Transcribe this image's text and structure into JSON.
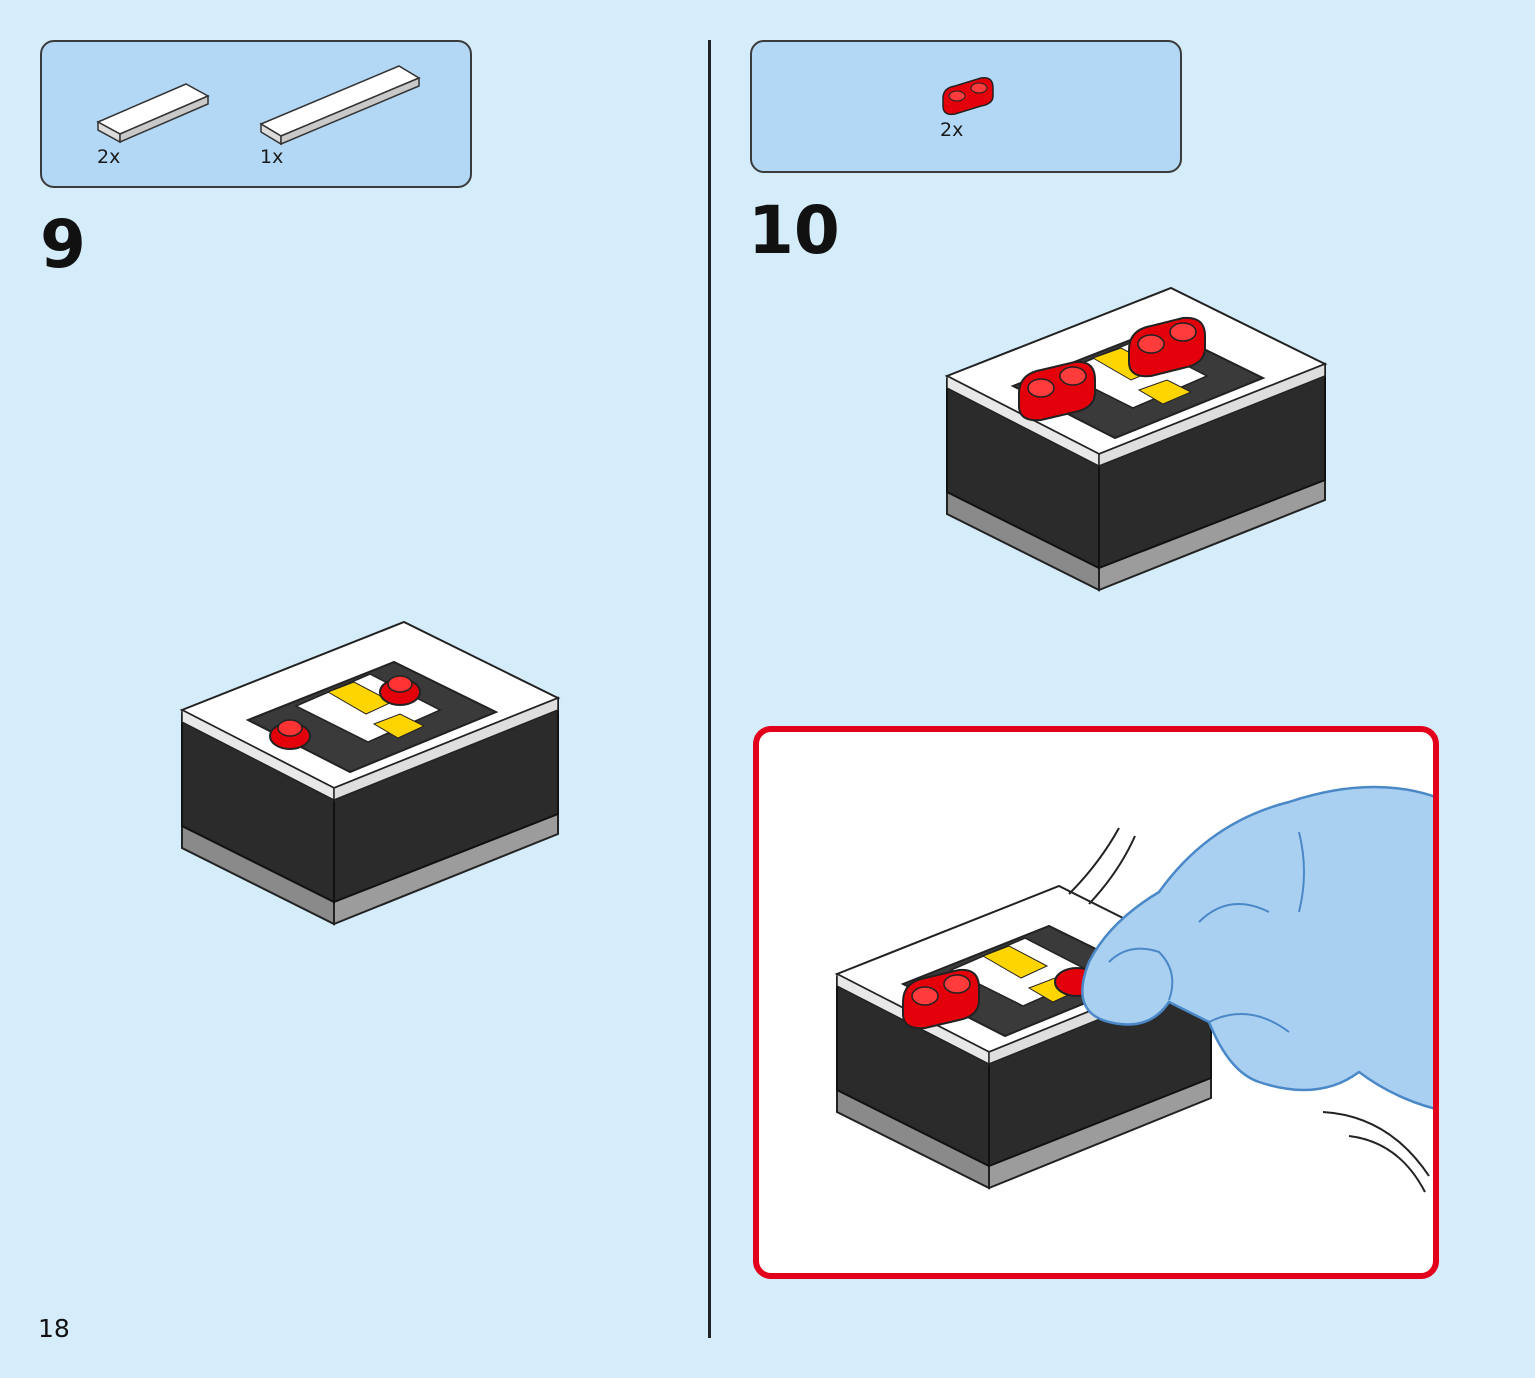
{
  "page": {
    "number": "18"
  },
  "steps": [
    {
      "number": "9",
      "parts": [
        {
          "name": "white tile 1x4",
          "quantity": "2x"
        },
        {
          "name": "white tile 1x8",
          "quantity": "1x"
        }
      ]
    },
    {
      "number": "10",
      "parts": [
        {
          "name": "red plate 1x2 rounded",
          "quantity": "2x"
        }
      ]
    }
  ],
  "colors": {
    "background": "#d5ecfb",
    "parts_box": "#b3d8f5",
    "callout_border": "#e3001b",
    "brick_red": "#e3000b",
    "brick_black": "#2b2b2b",
    "brick_white": "#ffffff",
    "arrow_yellow": "#ffd500",
    "hand_blue": "#a9cff1"
  }
}
